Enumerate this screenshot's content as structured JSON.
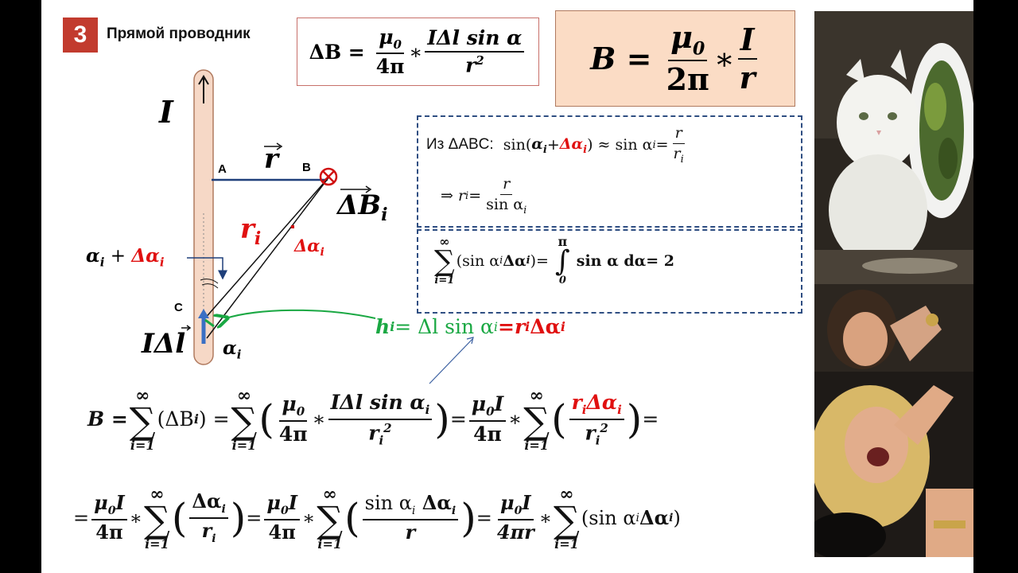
{
  "slide": {
    "section_number": "3",
    "title": "Прямой проводник"
  },
  "diagram": {
    "current": "I",
    "point_a": "A",
    "point_b": "B",
    "point_c": "C",
    "vector_r": "r",
    "field": "ΔB",
    "field_sub": "i",
    "radius": "r",
    "radius_sub": "i",
    "delta_alpha": "Δα",
    "delta_alpha_sub": "i",
    "alpha_plus": "α",
    "alpha_plus_sub": "i",
    "alpha_plus_op": " + ",
    "alpha_plus_delta": "Δα",
    "alpha_plus_delta_sub": "i",
    "idl": "IΔl",
    "alpha": "α",
    "alpha_sub": "i"
  },
  "formula_db": {
    "lhs": "ΔB =",
    "num1": "μ",
    "num1_sub": "0",
    "den1": "4π",
    "times": "∗",
    "num2": "IΔl sin α",
    "den2": "r",
    "den2_sup": "2"
  },
  "formula_b": {
    "lhs": "B =",
    "num1": "μ",
    "num1_sub": "0",
    "den1": "2π",
    "times": "∗",
    "num2": "I",
    "den2": "r"
  },
  "triangle_box": {
    "prefix": "Из  ΔABC:",
    "sin_open": "sin(",
    "alpha": "α",
    "alpha_sub": "i",
    "plus": " + ",
    "dalpha": "Δα",
    "dalpha_sub": "i",
    "approx": ") ≈ sin α",
    "approx_sub": "i",
    "eq": " = ",
    "frac_num": "r",
    "frac_den": "r",
    "frac_den_sub": "i",
    "implies": "⇒  r",
    "implies_sub": "i",
    "eq2": " = ",
    "frac2_num": "r",
    "frac2_den": "sin α",
    "frac2_den_sub": "i"
  },
  "integral_box": {
    "sum_sup": "∞",
    "sum_sub": "i=1",
    "body": "(sin α",
    "body_sub": "i",
    "body_d": " Δα",
    "body_d_sub": "i",
    "body_close": ")",
    "eq": " = ",
    "int_sup": "π",
    "int_sub": "0",
    "integrand": "sin α dα",
    "result": " = 2"
  },
  "height_eq": {
    "h": "h",
    "h_sub": "i",
    "mid": " = Δl sin α",
    "mid_sub": "i",
    "eq": " = ",
    "rhs": "r",
    "rhs_sub": "i",
    "rhs2": "Δα",
    "rhs2_sub": "i"
  },
  "main_eq_1": {
    "B": "B =",
    "sum_sup": "∞",
    "sum_sub": "i=1",
    "t1": "(ΔB",
    "t1_sub": "i",
    "t1_close": ") =",
    "f1_num": "μ",
    "f1_num_sub": "0",
    "f1_den": "4π",
    "times": "∗",
    "f2_num": "IΔl sin α",
    "f2_num_sub": "i",
    "f2_den": "r",
    "f2_den_sub": "i",
    "f2_den_sup": "2",
    "eq": "=",
    "f3_num": "μ",
    "f3_num_sub": "0",
    "f3_num_I": "I",
    "f3_den": "4π",
    "f4_num": "r",
    "f4_num_sub": "i",
    "f4_num_d": "Δα",
    "f4_num_d_sub": "i",
    "f4_den": "r",
    "f4_den_sub": "i",
    "f4_den_sup": "2",
    "end": "="
  },
  "main_eq_2": {
    "start": "=",
    "f1_num": "μ",
    "f1_num_sub": "0",
    "f1_num_I": "I",
    "f1_den": "4π",
    "times": "∗",
    "sum_sup": "∞",
    "sum_sub": "i=1",
    "f2_num": "Δα",
    "f2_num_sub": "i",
    "f2_den": "r",
    "f2_den_sub": "i",
    "eq": "=",
    "f3_den": "4π",
    "f4_num": "sin α",
    "f4_num_sub": "i",
    "f4_num_d": " Δα",
    "f4_num_d_sub": "i",
    "f4_den": "r",
    "f5_den": "4πr",
    "tail": "(sin α",
    "tail_sub": "i",
    "tail_d": " Δα",
    "tail_d_sub": "i",
    "tail_close": ")"
  },
  "colors": {
    "badge": "#c23b2e",
    "red": "#e01010",
    "green": "#1aa843",
    "dashed_box": "#2f4e82",
    "highlight_box": "#fbdcc5"
  },
  "meme": {
    "top_panel": "white cat at dinner table with salad plate",
    "bottom_panel": "woman shouting and pointing"
  }
}
